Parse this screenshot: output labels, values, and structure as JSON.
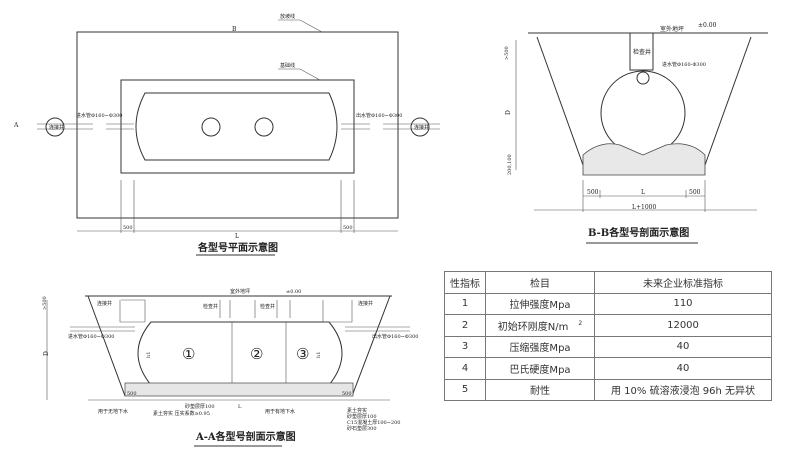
{
  "plan": {
    "title": "各型号平面示意图",
    "slope_line": "放坡线",
    "base_line": "基础线",
    "inlet": "进水管Φ160~Φ300",
    "outlet": "出水管Φ160~Φ300",
    "well_left": "连接井",
    "well_right": "连接井",
    "dim_500a": "500",
    "dim_500b": "500",
    "dim_L": "L",
    "mark_A": "A",
    "mark_B": "B"
  },
  "bb": {
    "title": "B-B各型号剖面示意图",
    "ground": "室外地坪",
    "level": "±0.00",
    "well": "检查井",
    "inlet": "进水管Φ160-Φ300",
    "depth_top": ">500",
    "depth": "D",
    "depth_bot": "200,100",
    "dim_500a": "500",
    "dim_500b": "500",
    "dim_L": "L",
    "dim_L1000": "L+1000"
  },
  "aa": {
    "title": "A-A各型号剖面示意图",
    "ground": "室外地坪",
    "level": "±0.00",
    "well_left": "连接井",
    "well_right": "连接井",
    "check1": "检查井",
    "check2": "检查井",
    "c1": "①",
    "c2": "②",
    "c3": "③",
    "inlet": "进水管Φ160~Φ300",
    "outlet": "出水管Φ160~Φ300",
    "depth_top": ">500",
    "depth": "D",
    "h1": "h1",
    "h2": "h1",
    "dim_L": "L",
    "dim_500a": "500",
    "dim_500b": "500",
    "note1": "用于无地下水",
    "note2": "砂垫层厚100",
    "note3": "素土夯实 压实系数≥0.95",
    "note4": "用于有地下水",
    "note5": "素土夯实",
    "note6": "砂垫层厚100",
    "note7": "C15混凝土厚100~200",
    "note8": "砂石垫层300"
  },
  "table": {
    "headers": [
      "性指标",
      "检目",
      "未来企业标准指标"
    ],
    "rows": [
      [
        "1",
        "拉伸强度Mpa",
        "110"
      ],
      [
        "2",
        "初始环刚度N/m",
        "12000"
      ],
      [
        "3",
        "压缩强度Mpa",
        "40"
      ],
      [
        "4",
        "巴氏硬度Mpa",
        "40"
      ],
      [
        "5",
        "耐性",
        "用 10% 硫溶液浸泡 96h 无异状"
      ]
    ],
    "superscript": "2"
  }
}
